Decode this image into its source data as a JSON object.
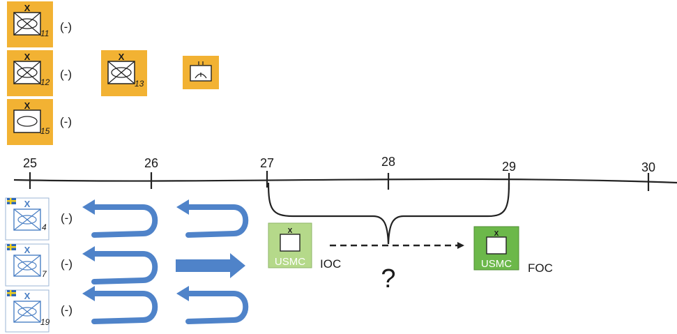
{
  "colors": {
    "enemy_fill": "#f2b233",
    "friendly_fill": "#ffffff",
    "friendly_symbol": "#4a7fc4",
    "flag_blue": "#2d67b8",
    "flag_yellow": "#f0d020",
    "arrow_blue": "#4f83c9",
    "usmc_ioc_fill": "#b5d98a",
    "usmc_foc_fill": "#6cb84a",
    "usmc_text": "#ffffff",
    "line": "#222222"
  },
  "enemy_units": [
    {
      "echelon": "X",
      "number": "11",
      "modifier": "(-)",
      "symbol": "armored-infantry"
    },
    {
      "echelon": "X",
      "number": "12",
      "modifier": "(-)",
      "symbol": "armored-infantry"
    },
    {
      "echelon": "X",
      "number": "13",
      "modifier": "",
      "symbol": "armored-infantry"
    },
    {
      "echelon": "",
      "number": "",
      "modifier": "",
      "symbol": "artillery-battery"
    },
    {
      "echelon": "X",
      "number": "15",
      "modifier": "(-)",
      "symbol": "armor"
    }
  ],
  "timeline": {
    "ticks": [
      "25",
      "26",
      "27",
      "28",
      "29",
      "30"
    ]
  },
  "friendly_units": [
    {
      "echelon": "X",
      "number": "4",
      "modifier": "(-)",
      "flag": "sweden",
      "movement": [
        "return",
        "return"
      ]
    },
    {
      "echelon": "X",
      "number": "7",
      "modifier": "(-)",
      "flag": "sweden",
      "movement": [
        "return",
        "forward"
      ]
    },
    {
      "echelon": "X",
      "number": "19",
      "modifier": "(-)",
      "flag": "sweden",
      "movement": [
        "return",
        "return"
      ]
    }
  ],
  "usmc": {
    "ioc": {
      "echelon": "X",
      "label": "USMC",
      "status": "IOC"
    },
    "foc": {
      "echelon": "X",
      "label": "USMC",
      "status": "FOC"
    },
    "question": "?"
  }
}
